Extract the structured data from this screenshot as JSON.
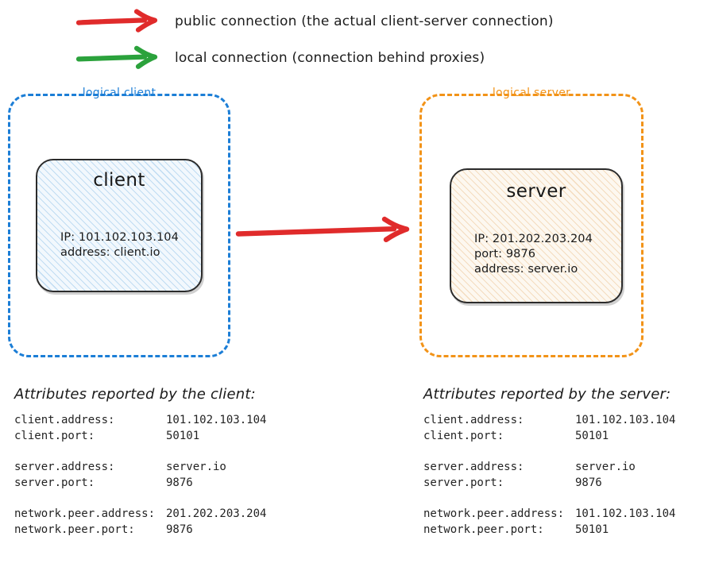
{
  "legend": {
    "items": [
      {
        "icon": "arrow-right-icon",
        "color": "#e02b2b",
        "label": "public connection (the actual client-server connection)"
      },
      {
        "icon": "arrow-right-icon",
        "color": "#2ba23c",
        "label": "local connection (connection behind proxies)"
      }
    ]
  },
  "diagram": {
    "client": {
      "container_label": "logical client",
      "container_color": "#1c7ed6",
      "node_title": "client",
      "node_properties": [
        "IP: 101.102.103.104",
        "address: client.io"
      ]
    },
    "server": {
      "container_label": "logical server",
      "container_color": "#f29318",
      "node_title": "server",
      "node_properties": [
        "IP: 201.202.203.204",
        "port: 9876",
        "address: server.io"
      ]
    },
    "connection_arrow": {
      "icon": "arrow-right-icon",
      "color": "#e02b2b",
      "from": "client",
      "to": "server",
      "kind": "public connection"
    }
  },
  "attributes": {
    "client_panel": {
      "heading": "Attributes reported by the client:",
      "groups": [
        {
          "rows": [
            {
              "key": "client.address:",
              "value": "101.102.103.104"
            },
            {
              "key": "client.port:",
              "value": "50101"
            }
          ]
        },
        {
          "rows": [
            {
              "key": "server.address:",
              "value": "server.io"
            },
            {
              "key": "server.port:",
              "value": "9876"
            }
          ]
        },
        {
          "rows": [
            {
              "key": "network.peer.address:",
              "value": "201.202.203.204"
            },
            {
              "key": "network.peer.port:",
              "value": "9876"
            }
          ]
        }
      ]
    },
    "server_panel": {
      "heading": "Attributes reported by the server:",
      "groups": [
        {
          "rows": [
            {
              "key": "client.address:",
              "value": "101.102.103.104"
            },
            {
              "key": "client.port:",
              "value": "50101"
            }
          ]
        },
        {
          "rows": [
            {
              "key": "server.address:",
              "value": "server.io"
            },
            {
              "key": "server.port:",
              "value": "9876"
            }
          ]
        },
        {
          "rows": [
            {
              "key": "network.peer.address:",
              "value": "101.102.103.104"
            },
            {
              "key": "network.peer.port:",
              "value": "50101"
            }
          ]
        }
      ]
    }
  }
}
